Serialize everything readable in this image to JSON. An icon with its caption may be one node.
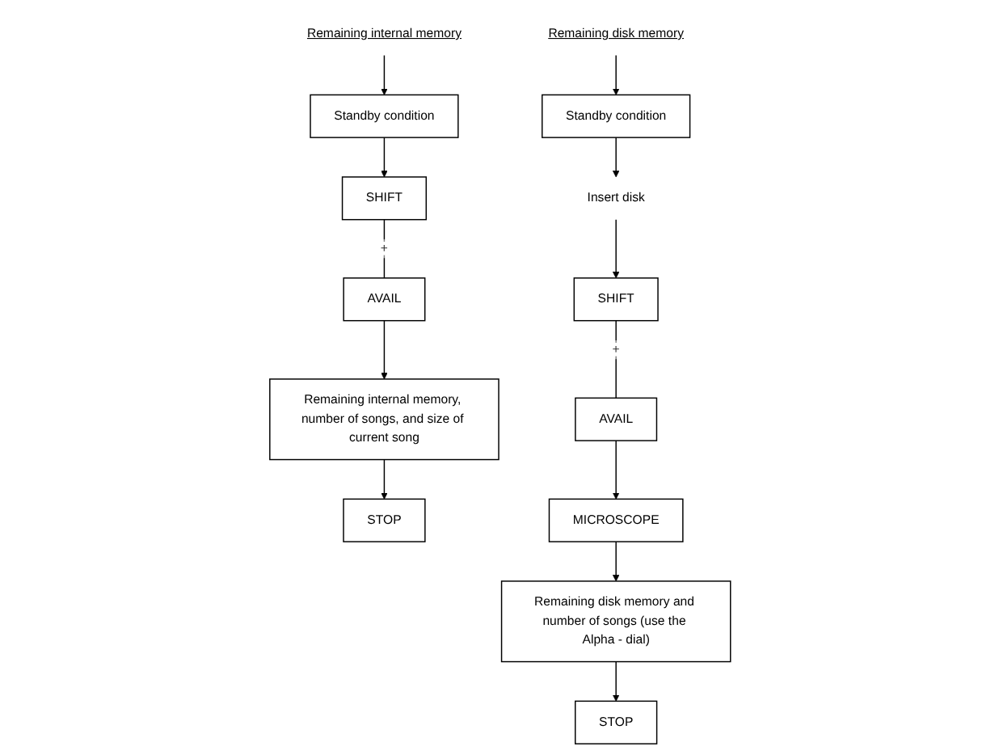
{
  "diagram": {
    "nodes": [
      {
        "text": [
          "Remaining internal memory"
        ]
      },
      {
        "text": [
          "Standby condition"
        ]
      },
      {
        "text": [
          "SHIFT"
        ]
      },
      {
        "text": [
          "AVAIL"
        ]
      },
      {
        "text": [
          "Remaining internal memory, number of songs, and size of current song"
        ]
      },
      {
        "text": [
          "STOP"
        ]
      },
      {
        "text": [
          "Remaining disk memory"
        ]
      },
      {
        "text": [
          "Standby condition"
        ]
      },
      {
        "text": [
          "Insert disk"
        ]
      },
      {
        "text": [
          "SHIFT"
        ]
      },
      {
        "text": [
          "AVAIL"
        ]
      },
      {
        "text": [
          "MICROSCOPE"
        ]
      },
      {
        "text": [
          "Remaining disk memory and number of songs (use the Alpha - dial)"
        ]
      },
      {
        "text": [
          "STOP"
        ]
      }
    ],
    "edges": [
      {
        "from": 0,
        "to": 1,
        "arrow": "to"
      },
      {
        "from": 1,
        "to": 2,
        "arrow": "to"
      },
      {
        "from": 2,
        "to": 3,
        "arrow": "none",
        "label": "+"
      },
      {
        "from": 3,
        "to": 4,
        "arrow": "to"
      },
      {
        "from": 4,
        "to": 5,
        "arrow": "to"
      },
      {
        "from": 6,
        "to": 7,
        "arrow": "to"
      },
      {
        "from": 7,
        "to": 8,
        "arrow": "to"
      },
      {
        "from": 8,
        "to": 9,
        "arrow": "to"
      },
      {
        "from": 9,
        "to": 10,
        "arrow": "none",
        "label": "+"
      },
      {
        "from": 10,
        "to": 11,
        "arrow": "to"
      },
      {
        "from": 11,
        "to": 12,
        "arrow": "to"
      },
      {
        "from": 12,
        "to": 13,
        "arrow": "to"
      }
    ]
  }
}
